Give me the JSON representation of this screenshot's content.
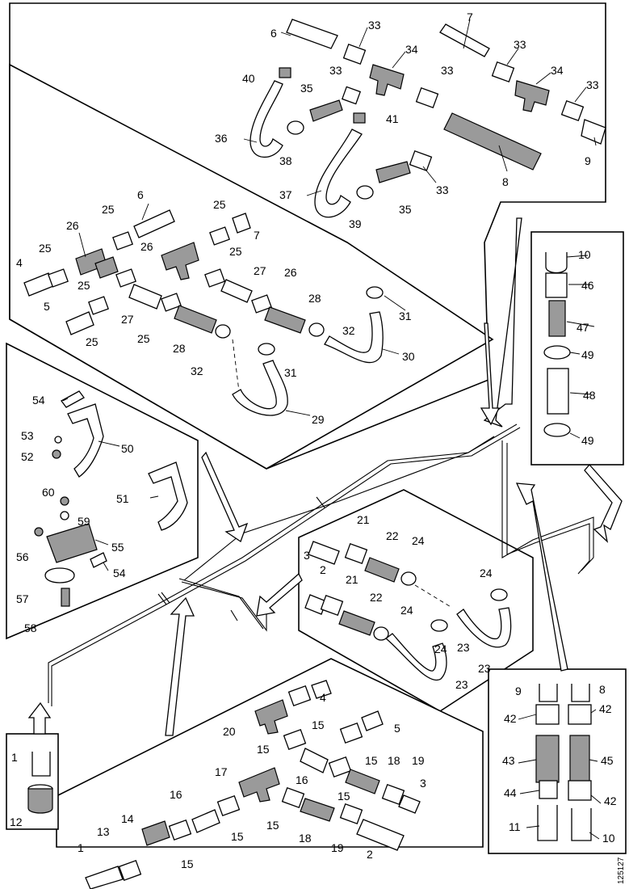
{
  "drawing_reference": "125127",
  "callouts": {
    "c1a": "1",
    "c1b": "1",
    "c2a": "2",
    "c2b": "2",
    "c3a": "3",
    "c3b": "3",
    "c4a": "4",
    "c4b": "4",
    "c5a": "5",
    "c5b": "5",
    "c6a": "6",
    "c6b": "6",
    "c7a": "7",
    "c7b": "7",
    "c8a": "8",
    "c8b": "8",
    "c9a": "9",
    "c9b": "9",
    "c10a": "10",
    "c10b": "10",
    "c11": "11",
    "c12": "12",
    "c13": "13",
    "c14": "14",
    "c15a": "15",
    "c15b": "15",
    "c15c": "15",
    "c15d": "15",
    "c15e": "15",
    "c15f": "15",
    "c15g": "15",
    "c16a": "16",
    "c16b": "16",
    "c17": "17",
    "c18a": "18",
    "c18b": "18",
    "c19a": "19",
    "c19b": "19",
    "c20": "20",
    "c21a": "21",
    "c21b": "21",
    "c22a": "22",
    "c22b": "22",
    "c23a": "23",
    "c23b": "23",
    "c23c": "23",
    "c24a": "24",
    "c24b": "24",
    "c24c": "24",
    "c24d": "24",
    "c25a": "25",
    "c25b": "25",
    "c25c": "25",
    "c25d": "25",
    "c25e": "25",
    "c25f": "25",
    "c25g": "25",
    "c26a": "26",
    "c26b": "26",
    "c26c": "26",
    "c27a": "27",
    "c27b": "27",
    "c28a": "28",
    "c28b": "28",
    "c29": "29",
    "c30": "30",
    "c31a": "31",
    "c31b": "31",
    "c32a": "32",
    "c32b": "32",
    "c33a": "33",
    "c33b": "33",
    "c33c": "33",
    "c33d": "33",
    "c33e": "33",
    "c33f": "33",
    "c34a": "34",
    "c34b": "34",
    "c35a": "35",
    "c35b": "35",
    "c36": "36",
    "c37": "37",
    "c38": "38",
    "c39": "39",
    "c40": "40",
    "c41": "41",
    "c42a": "42",
    "c42b": "42",
    "c42c": "42",
    "c43": "43",
    "c44": "44",
    "c45": "45",
    "c46": "46",
    "c47": "47",
    "c48": "48",
    "c49a": "49",
    "c49b": "49",
    "c50": "50",
    "c51": "51",
    "c52": "52",
    "c53": "53",
    "c54a": "54",
    "c54b": "54",
    "c55": "55",
    "c56": "56",
    "c57": "57",
    "c58": "58",
    "c59": "59",
    "c60": "60"
  }
}
